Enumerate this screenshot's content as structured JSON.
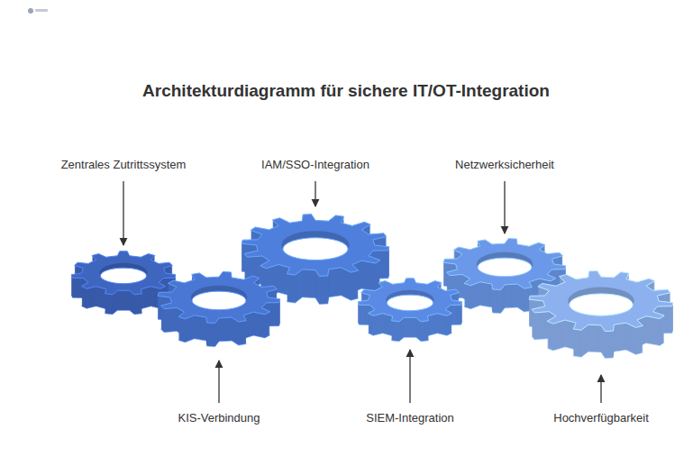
{
  "diagram": {
    "title": "Architekturdiagramm für sichere IT/OT-Integration",
    "labels": [
      "Zentrales Zutrittssystem",
      "IAM/SSO-Integration",
      "Netzwerksicherheit",
      "KIS-Verbindung",
      "SIEM-Integration",
      "Hochverfügbarkeit"
    ]
  }
}
